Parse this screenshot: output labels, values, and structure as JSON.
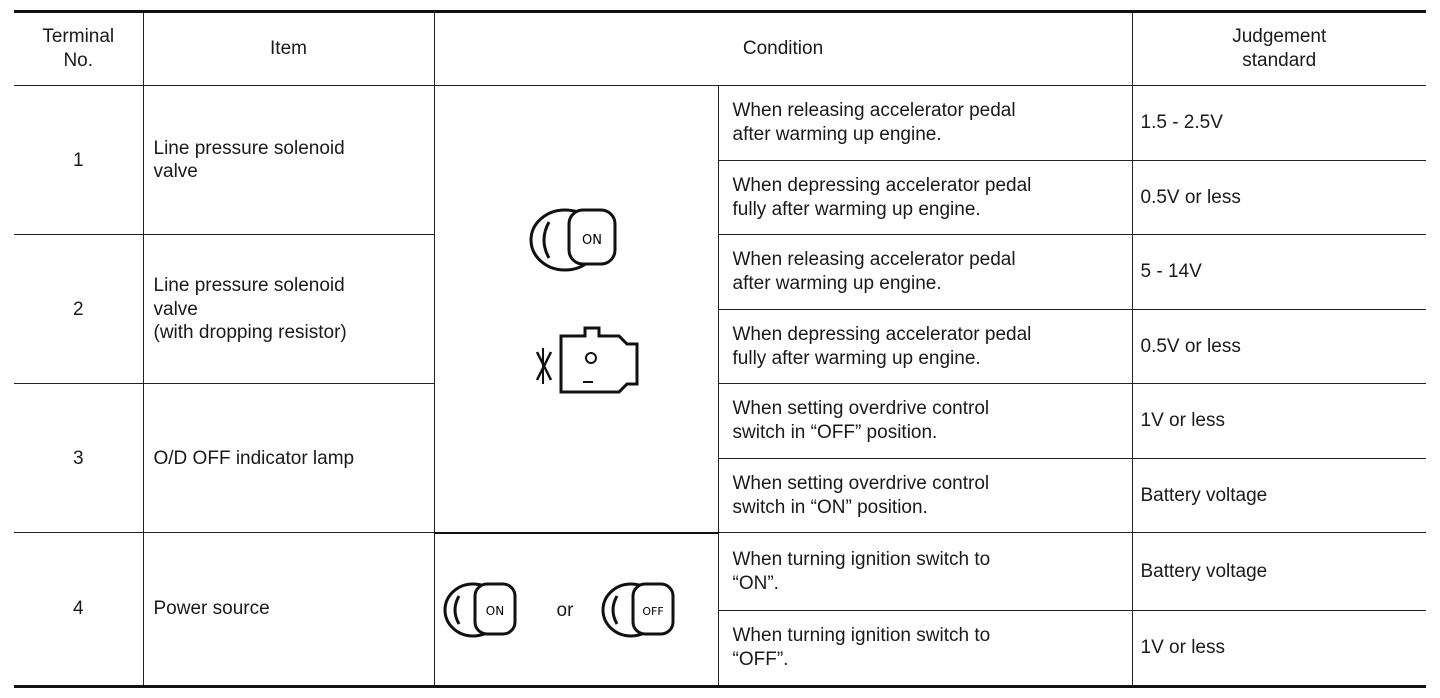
{
  "header": {
    "terminal_no": [
      "Terminal",
      "No."
    ],
    "item": "Item",
    "condition": "Condition",
    "judgement_standard": [
      "Judgement",
      "standard"
    ]
  },
  "rows": [
    {
      "terminal": "1",
      "item": [
        "Line pressure solenoid",
        "valve"
      ],
      "conditions": [
        {
          "text": [
            "When releasing accelerator pedal",
            "after warming up engine."
          ],
          "judgement": "1.5 - 2.5V"
        },
        {
          "text": [
            "When depressing accelerator pedal",
            "fully after warming up engine."
          ],
          "judgement": "0.5V or less"
        }
      ]
    },
    {
      "terminal": "2",
      "item": [
        "Line pressure solenoid",
        "valve",
        "(with dropping resistor)"
      ],
      "conditions": [
        {
          "text": [
            "When releasing accelerator pedal",
            "after warming up engine."
          ],
          "judgement": "5 - 14V"
        },
        {
          "text": [
            "When depressing accelerator pedal",
            "fully after warming up engine."
          ],
          "judgement": "0.5V or less"
        }
      ]
    },
    {
      "terminal": "3",
      "item": [
        "O/D OFF indicator lamp"
      ],
      "conditions": [
        {
          "text": [
            "When setting overdrive control",
            "switch in “OFF” position."
          ],
          "judgement": "1V or less"
        },
        {
          "text": [
            "When setting overdrive control",
            "switch in “ON” position."
          ],
          "judgement": "Battery voltage"
        }
      ]
    },
    {
      "terminal": "4",
      "item": [
        "Power source"
      ],
      "conditions": [
        {
          "text": [
            "When turning ignition switch to",
            "“ON”."
          ],
          "judgement": "Battery voltage"
        },
        {
          "text": [
            "When turning ignition switch to",
            "“OFF”."
          ],
          "judgement": "1V or less"
        }
      ]
    }
  ],
  "icons": {
    "group_a": [
      "ignition-key-on-icon",
      "engine-running-icon"
    ],
    "group_b": [
      "ignition-key-on-icon",
      "ignition-key-off-icon"
    ],
    "key_on_label": "ON",
    "key_off_label": "OFF",
    "or_label": "or"
  }
}
